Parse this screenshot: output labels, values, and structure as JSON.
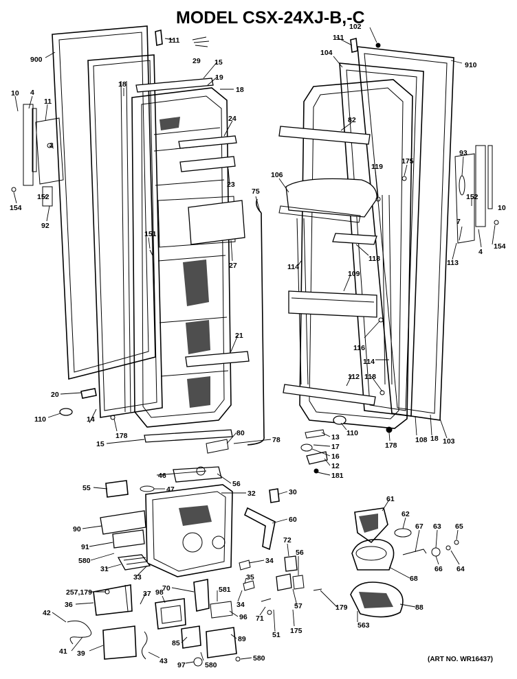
{
  "title": "MODEL CSX-24XJ-B,-C",
  "art_number": "(ART NO. WR16437)",
  "callouts": [
    {
      "id": "c-102",
      "text": "102"
    },
    {
      "id": "c-111a",
      "text": "111"
    },
    {
      "id": "c-111b",
      "text": "111"
    },
    {
      "id": "c-29",
      "text": "29"
    },
    {
      "id": "c-900",
      "text": "900"
    },
    {
      "id": "c-910",
      "text": "910"
    },
    {
      "id": "c-104",
      "text": "104"
    },
    {
      "id": "c-15a",
      "text": "15"
    },
    {
      "id": "c-19",
      "text": "19"
    },
    {
      "id": "c-18a",
      "text": "18"
    },
    {
      "id": "c-18b",
      "text": "18"
    },
    {
      "id": "c-10a",
      "text": "10"
    },
    {
      "id": "c-4a",
      "text": "4"
    },
    {
      "id": "c-11",
      "text": "11"
    },
    {
      "id": "c-3",
      "text": "3"
    },
    {
      "id": "c-24",
      "text": "24"
    },
    {
      "id": "c-82",
      "text": "82"
    },
    {
      "id": "c-175a",
      "text": "175"
    },
    {
      "id": "c-93",
      "text": "93"
    },
    {
      "id": "c-106",
      "text": "106"
    },
    {
      "id": "c-119",
      "text": "119"
    },
    {
      "id": "c-23",
      "text": "23"
    },
    {
      "id": "c-75",
      "text": "75"
    },
    {
      "id": "c-154a",
      "text": "154"
    },
    {
      "id": "c-152a",
      "text": "152"
    },
    {
      "id": "c-152b",
      "text": "152"
    },
    {
      "id": "c-10b",
      "text": "10"
    },
    {
      "id": "c-92",
      "text": "92"
    },
    {
      "id": "c-7",
      "text": "7"
    },
    {
      "id": "c-4b",
      "text": "4"
    },
    {
      "id": "c-154b",
      "text": "154"
    },
    {
      "id": "c-151",
      "text": "151"
    },
    {
      "id": "c-118a",
      "text": "118"
    },
    {
      "id": "c-113",
      "text": "113"
    },
    {
      "id": "c-27",
      "text": "27"
    },
    {
      "id": "c-114a",
      "text": "114"
    },
    {
      "id": "c-109",
      "text": "109"
    },
    {
      "id": "c-21",
      "text": "21"
    },
    {
      "id": "c-116",
      "text": "116"
    },
    {
      "id": "c-114b",
      "text": "114"
    },
    {
      "id": "c-112",
      "text": "112"
    },
    {
      "id": "c-118b",
      "text": "118"
    },
    {
      "id": "c-20",
      "text": "20"
    },
    {
      "id": "c-110a",
      "text": "110"
    },
    {
      "id": "c-14",
      "text": "14"
    },
    {
      "id": "c-178a",
      "text": "178"
    },
    {
      "id": "c-110b",
      "text": "110"
    },
    {
      "id": "c-108",
      "text": "108"
    },
    {
      "id": "c-18c",
      "text": "18"
    },
    {
      "id": "c-103",
      "text": "103"
    },
    {
      "id": "c-15b",
      "text": "15"
    },
    {
      "id": "c-80",
      "text": "80"
    },
    {
      "id": "c-78",
      "text": "78"
    },
    {
      "id": "c-13",
      "text": "13"
    },
    {
      "id": "c-17",
      "text": "17"
    },
    {
      "id": "c-178b",
      "text": "178"
    },
    {
      "id": "c-16",
      "text": "16"
    },
    {
      "id": "c-12",
      "text": "12"
    },
    {
      "id": "c-181",
      "text": "181"
    },
    {
      "id": "c-46",
      "text": "46"
    },
    {
      "id": "c-55",
      "text": "55"
    },
    {
      "id": "c-47",
      "text": "47"
    },
    {
      "id": "c-56a",
      "text": "56"
    },
    {
      "id": "c-32",
      "text": "32"
    },
    {
      "id": "c-30",
      "text": "30"
    },
    {
      "id": "c-61",
      "text": "61"
    },
    {
      "id": "c-62",
      "text": "62"
    },
    {
      "id": "c-60",
      "text": "60"
    },
    {
      "id": "c-90",
      "text": "90"
    },
    {
      "id": "c-67",
      "text": "67"
    },
    {
      "id": "c-63",
      "text": "63"
    },
    {
      "id": "c-65",
      "text": "65"
    },
    {
      "id": "c-91",
      "text": "91"
    },
    {
      "id": "c-72",
      "text": "72"
    },
    {
      "id": "c-580a",
      "text": "580"
    },
    {
      "id": "c-56b",
      "text": "56"
    },
    {
      "id": "c-34a",
      "text": "34"
    },
    {
      "id": "c-66",
      "text": "66"
    },
    {
      "id": "c-64",
      "text": "64"
    },
    {
      "id": "c-31",
      "text": "31"
    },
    {
      "id": "c-33",
      "text": "33"
    },
    {
      "id": "c-35",
      "text": "35"
    },
    {
      "id": "c-68",
      "text": "68"
    },
    {
      "id": "c-257",
      "text": "257,179"
    },
    {
      "id": "c-37",
      "text": "37"
    },
    {
      "id": "c-70",
      "text": "70"
    },
    {
      "id": "c-98",
      "text": "98"
    },
    {
      "id": "c-581",
      "text": "581"
    },
    {
      "id": "c-36",
      "text": "36"
    },
    {
      "id": "c-34b",
      "text": "34"
    },
    {
      "id": "c-57",
      "text": "57"
    },
    {
      "id": "c-179",
      "text": "179"
    },
    {
      "id": "c-88",
      "text": "88"
    },
    {
      "id": "c-42",
      "text": "42"
    },
    {
      "id": "c-96",
      "text": "96"
    },
    {
      "id": "c-71",
      "text": "71"
    },
    {
      "id": "c-563",
      "text": "563"
    },
    {
      "id": "c-175b",
      "text": "175"
    },
    {
      "id": "c-51",
      "text": "51"
    },
    {
      "id": "c-89",
      "text": "89"
    },
    {
      "id": "c-39",
      "text": "39"
    },
    {
      "id": "c-41",
      "text": "41"
    },
    {
      "id": "c-85",
      "text": "85"
    },
    {
      "id": "c-43",
      "text": "43"
    },
    {
      "id": "c-97",
      "text": "97"
    },
    {
      "id": "c-580b",
      "text": "580"
    },
    {
      "id": "c-580c",
      "text": "580"
    }
  ]
}
